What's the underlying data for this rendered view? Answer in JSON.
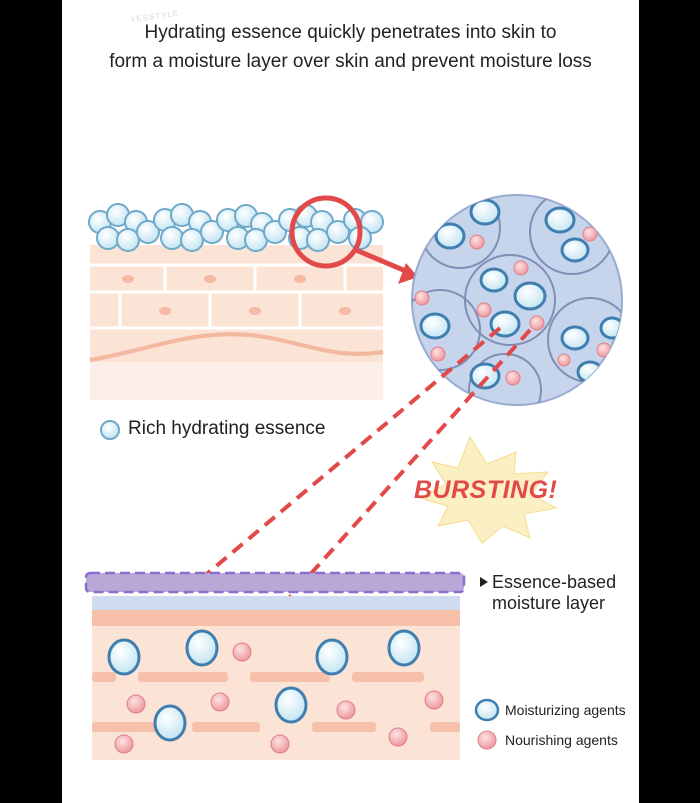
{
  "headline": {
    "line1": "Hydrating essence quickly penetrates into skin to",
    "line2": "form a moisture layer over skin and prevent moisture loss"
  },
  "legend_top": {
    "label": "Rich hydrating essence"
  },
  "burst": {
    "text": "BURSTING!"
  },
  "layer_label": {
    "line1": "Essence-based",
    "line2": "moisture layer"
  },
  "legend_bottom": {
    "moisturizing": "Moisturizing agents",
    "nourishing": "Nourishing agents"
  },
  "watermark": "YESSTYLE",
  "colors": {
    "background": "#000000",
    "panel": "#ffffff",
    "skin": "#fbe3d6",
    "skin_line": "#f3b8a0",
    "droplet_fill": "#d6eef6",
    "droplet_stroke": "#6fa9c9",
    "nutrient": "#f2a2a6",
    "circle_bg": "#c6d4ec",
    "arrow": "#e24a4a",
    "burst_fill": "#fbefc4",
    "burst_text": "#e24a4a",
    "moisture_layer": "#b8a8d8",
    "dashed_outline": "#8b6fcf"
  }
}
